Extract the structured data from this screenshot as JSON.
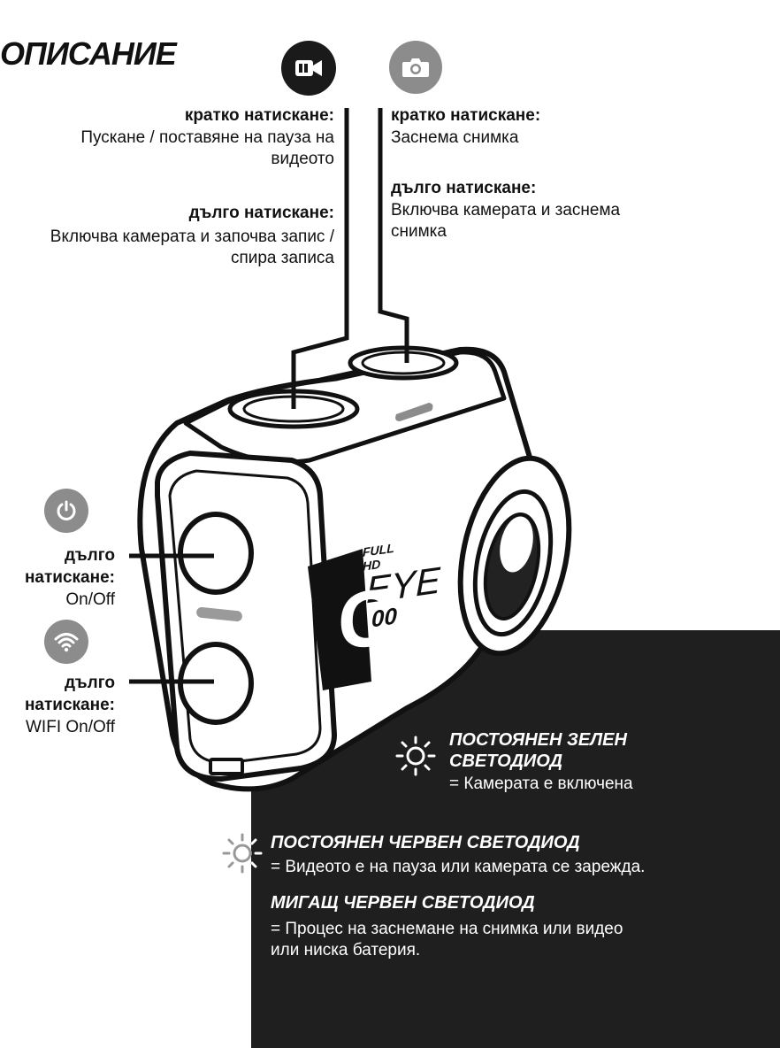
{
  "title": "ОПИСАНИЕ",
  "icons": {
    "video": "video-camera-icon",
    "photo": "photo-camera-icon",
    "power": "power-icon",
    "wifi": "wifi-icon",
    "led_green": "led-light-icon",
    "led_red": "led-light-icon"
  },
  "colors": {
    "video_icon_bg": "#1a1a1a",
    "photo_icon_bg": "#8c8c8c",
    "power_icon_bg": "#8c8c8c",
    "wifi_icon_bg": "#8c8c8c",
    "panel_bg": "#1f1f1f"
  },
  "video_button": {
    "short_press_label": "кратко натискане:",
    "short_press_desc_1": "Пускане / поставяне на пауза на",
    "short_press_desc_2": "видеото",
    "long_press_label": "дълго натискане:",
    "long_press_desc_1": "Включва камерата и започва запис /",
    "long_press_desc_2": "спира записа"
  },
  "photo_button": {
    "short_press_label": "кратко натискане:",
    "short_press_desc_1": "Заснема снимка",
    "long_press_label": "дълго натискане:",
    "long_press_desc_1": "Включва камерата и заснема",
    "long_press_desc_2": "снимка"
  },
  "power_button": {
    "label_1": "дълго",
    "label_2": "натискане:",
    "desc": "On/Off"
  },
  "wifi_button": {
    "label_1": "дълго",
    "label_2": "натискане:",
    "desc": "WIFI On/Off"
  },
  "camera_branding": {
    "line_1": "FULL HD",
    "line_2": "EYE",
    "line_3": "00",
    "logo_letter": "C"
  },
  "leds": {
    "green_title_1": "ПОСТОЯНЕН ЗЕЛЕН",
    "green_title_2": "СВЕТОДИОД",
    "green_desc": "= Камерата е включена",
    "red_steady_title": "ПОСТОЯНЕН ЧЕРВЕН СВЕТОДИОД",
    "red_steady_desc": "= Видеото е на пауза или камерата се зарежда.",
    "red_blink_title": "МИГАЩ ЧЕРВЕН СВЕТОДИОД",
    "red_blink_desc_1": "= Процес на заснемане на снимка или видео",
    "red_blink_desc_2": "или ниска батерия."
  }
}
